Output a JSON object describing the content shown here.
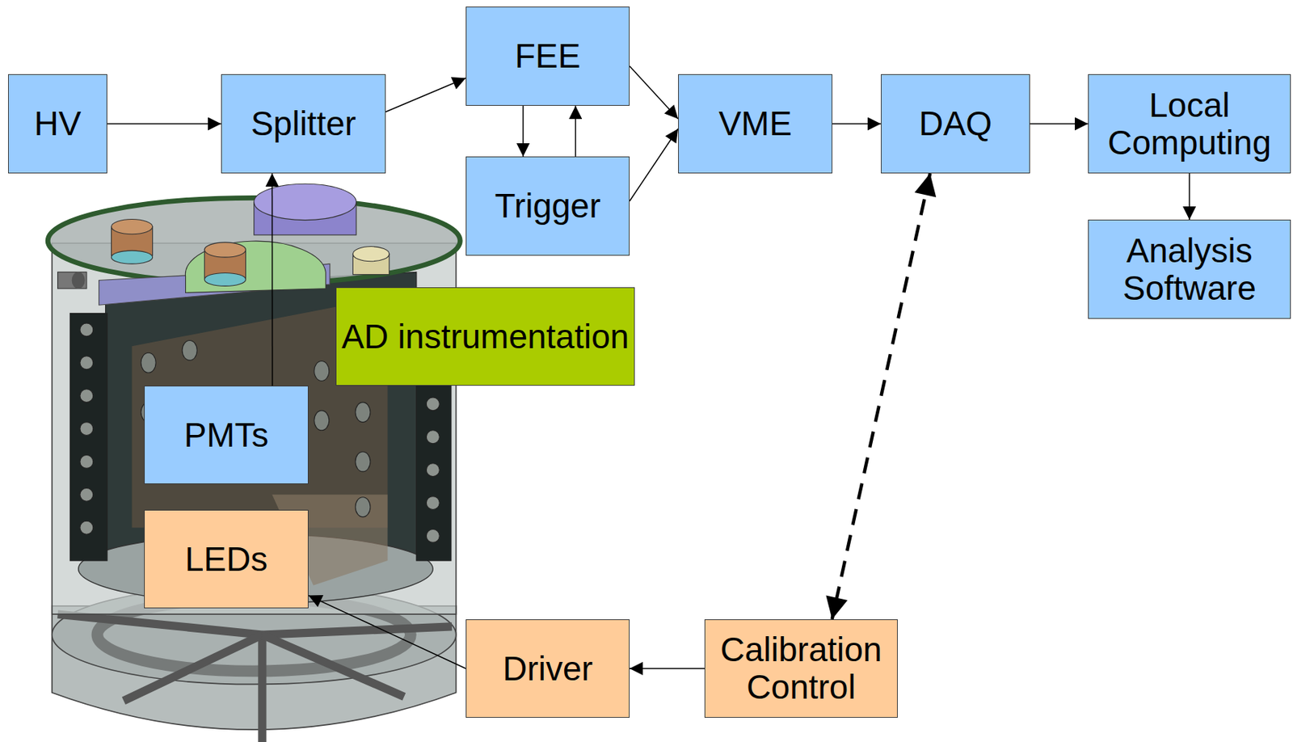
{
  "diagram": {
    "nodes": [
      {
        "text": [
          "HV"
        ]
      },
      {
        "text": [
          "Splitter"
        ]
      },
      {
        "text": [
          "FEE"
        ]
      },
      {
        "text": [
          "Trigger"
        ]
      },
      {
        "text": [
          "VME"
        ]
      },
      {
        "text": [
          "DAQ"
        ]
      },
      {
        "text": [
          "Local Computing"
        ]
      },
      {
        "text": [
          "Analysis Software"
        ]
      },
      {
        "text": [
          "AD instrumentation"
        ]
      },
      {
        "text": [
          "PMTs"
        ]
      },
      {
        "text": [
          "LEDs"
        ]
      },
      {
        "text": [
          "Driver"
        ]
      },
      {
        "text": [
          "Calibration Control"
        ]
      }
    ],
    "edges": [
      {
        "from": 0,
        "to": 1,
        "arrow": "to"
      },
      {
        "from": 1,
        "to": 2,
        "arrow": "to"
      },
      {
        "from": 2,
        "to": 3,
        "arrow": "to"
      },
      {
        "from": 3,
        "to": 2,
        "arrow": "to"
      },
      {
        "from": 2,
        "to": 4,
        "arrow": "to"
      },
      {
        "from": 3,
        "to": 4,
        "arrow": "to"
      },
      {
        "from": 4,
        "to": 5,
        "arrow": "to"
      },
      {
        "from": 5,
        "to": 6,
        "arrow": "to"
      },
      {
        "from": 6,
        "to": 7,
        "arrow": "to"
      },
      {
        "from": 9,
        "to": 1,
        "arrow": "to"
      },
      {
        "from": 5,
        "to": 12,
        "arrow": "both"
      },
      {
        "from": 12,
        "to": 11,
        "arrow": "to"
      },
      {
        "from": 11,
        "to": 10,
        "arrow": "to"
      }
    ]
  }
}
